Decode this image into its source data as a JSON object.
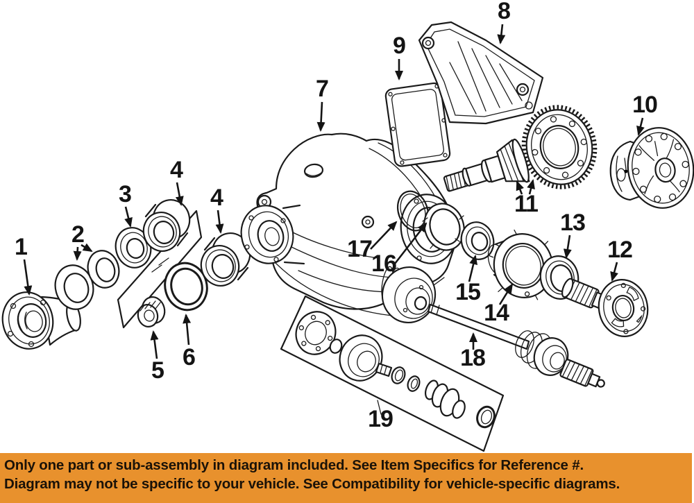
{
  "diagram": {
    "background_color": "#FFFFFF",
    "line_color": "#1A1A1A",
    "callouts": [
      "1",
      "2",
      "3",
      "4",
      "4",
      "5",
      "6",
      "7",
      "8",
      "9",
      "10",
      "11",
      "12",
      "13",
      "14",
      "15",
      "16",
      "17",
      "18",
      "19"
    ]
  },
  "banner": {
    "background_color": "#E8912D",
    "text_color": "#1A1208",
    "line1": "Only one part or sub-assembly in diagram included. See Item Specifics for Reference #.",
    "line2": "Diagram may not be specific to your vehicle. See Compatibility for vehicle-specific diagrams."
  }
}
